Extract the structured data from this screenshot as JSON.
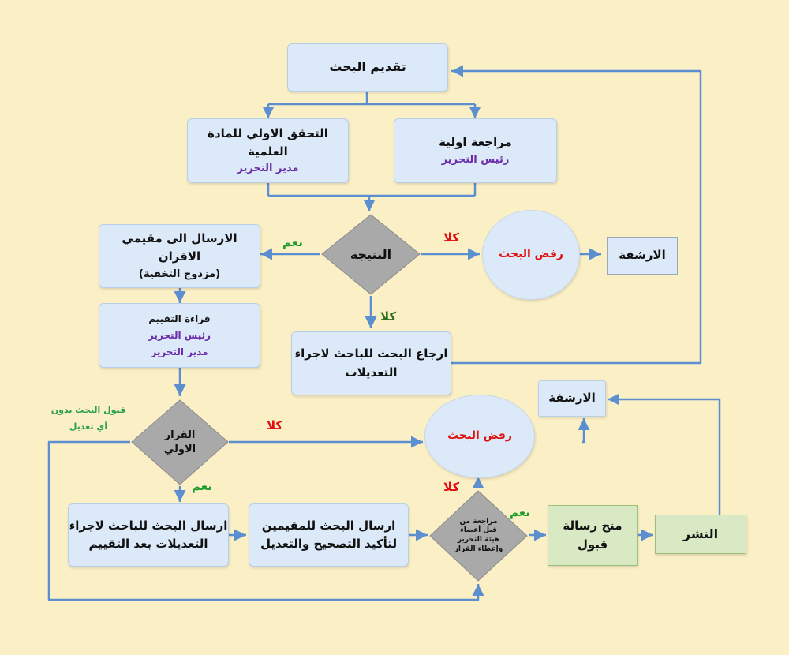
{
  "nodes": {
    "submit": "تقديم البحث",
    "initial_review": {
      "title": "مراجعة اولية",
      "role": "رئيس التحرير"
    },
    "initial_check": {
      "title": "التحقق الاولي للمادة العلمية",
      "role": "مدير التحرير"
    },
    "result": "النتيجة",
    "send_reviewers": {
      "line1": "الارسال الى مقيمي الاقران",
      "line2": "(مزدوج التخفية)"
    },
    "reject_top": "رفض البحث",
    "archive_top": "الارشفة",
    "read_eval": {
      "title": "قراءة التقييم",
      "role1": "رئيس التحرير",
      "role2": "مدير التحرير"
    },
    "return_mods": {
      "line1": "ارجاع البحث للباحث لاجراء",
      "line2": "التعديلات"
    },
    "initial_decision": {
      "line1": "القرار",
      "line2": "الاولي"
    },
    "reject_mid": "رفض البحث",
    "archive_mid": "الارشفة",
    "send_researcher": {
      "line1": "ارسال البحث للباحث لاجراء",
      "line2": "التعديلات بعد التقييم"
    },
    "send_reviewers_confirm": {
      "line1": "ارسال البحث للمقيمين",
      "line2": "لتأكيد التصحيح والتعديل"
    },
    "board_review": {
      "line1": "مراجعة من",
      "line2": "قبل أعضاء",
      "line3": "هيئة التحرير",
      "line4": "وإعطاء القرار"
    },
    "acceptance": {
      "line1": "منح رسالة",
      "line2": "قبول"
    },
    "publish": "النشر"
  },
  "labels": {
    "yes_result": "نعم",
    "no_result_right": "كلا",
    "no_result_down": "كلا",
    "no_decision": "كلا",
    "yes_decision": "نعم",
    "no_board": "كلا",
    "yes_board": "نعم"
  },
  "notes": {
    "accept_no_mods": {
      "line1": "قبول البحث بدون",
      "line2": "أي تعديل"
    }
  },
  "colors": {
    "background": "#fbefc6",
    "box": "#dce9f8",
    "diamond": "#a9a9a9",
    "connector": "#5b8fd0",
    "yes": "#1f9d2c",
    "no": "#e01010",
    "publish_box": "#d8e9c4"
  }
}
